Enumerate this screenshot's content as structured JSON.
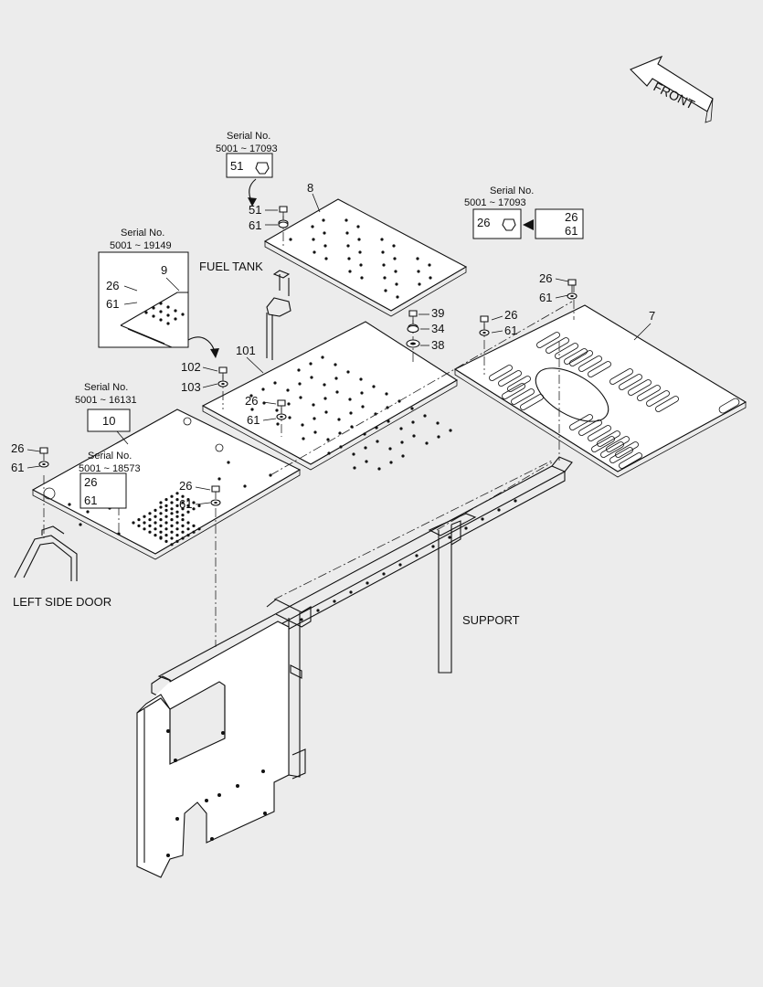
{
  "front_arrow": {
    "label": "FRONT"
  },
  "labels": {
    "fuel_tank": "FUEL TANK",
    "left_side_door": "LEFT SIDE DOOR",
    "support": "SUPPORT"
  },
  "serial_notes": [
    {
      "title": "Serial No.",
      "range": "5001 ~ 17093"
    },
    {
      "title": "Serial No.",
      "range": "5001 ~ 17093"
    },
    {
      "title": "Serial No.",
      "range": "5001 ~ 19149"
    },
    {
      "title": "Serial No.",
      "range": "5001 ~ 16131"
    },
    {
      "title": "Serial No.",
      "range": "5001 ~ 18573"
    }
  ],
  "callouts": {
    "plate_8": "8",
    "plate_7": "7",
    "plate_9": "9",
    "plate_10": "10",
    "plate_101": "101",
    "bolt_51": "51",
    "washer_61": "61",
    "bolt_26": "26",
    "bolt_39": "39",
    "washer_34": "34",
    "washer_38": "38",
    "bolt_102": "102",
    "washer_103": "103"
  }
}
